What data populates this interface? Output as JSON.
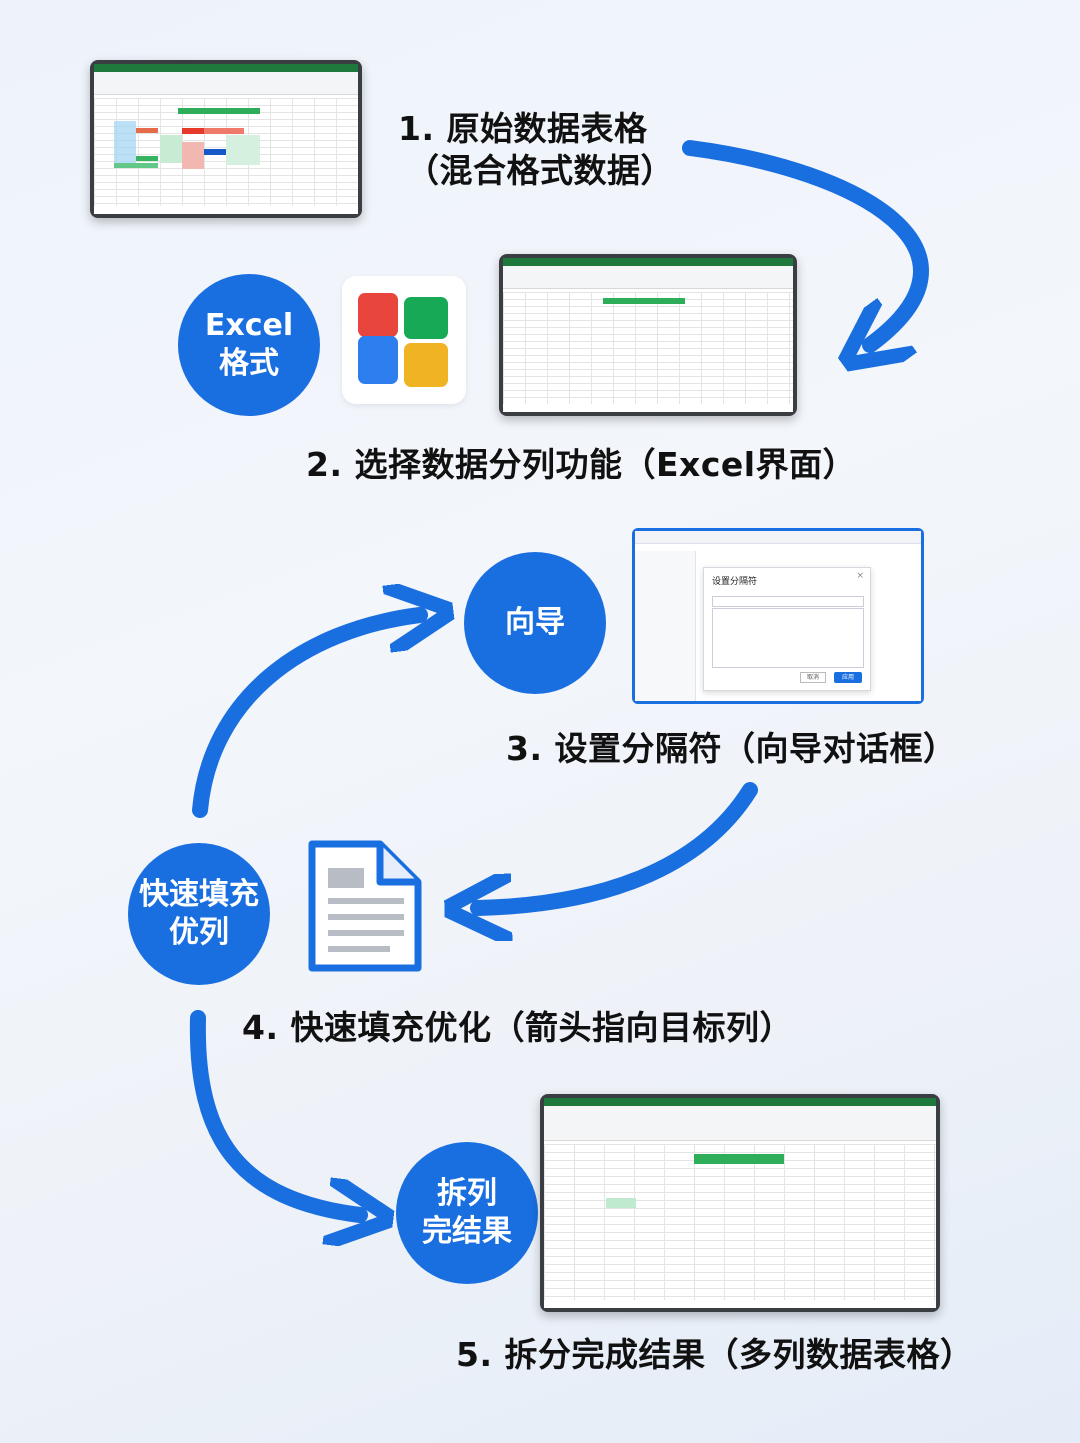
{
  "steps": {
    "s1_line1": "1. 原始数据表格",
    "s1_line2": "（混合格式数据）",
    "s2": "2. 选择数据分列功能（Excel界面）",
    "s3": "3. 设置分隔符（向导对话框）",
    "s4": "4. 快速填充优化（箭头指向目标列）",
    "s5": "5. 拆分完成结果（多列数据表格）"
  },
  "circles": {
    "excel": "Excel\n格式",
    "wizard": "向导",
    "flashfill": "快速填充\n优列",
    "result": "拆列\n完结果"
  },
  "dialog": {
    "title": "设置分隔符",
    "cancel": "取消",
    "apply": "应用"
  },
  "colors": {
    "accent": "#1a6fe0",
    "excel_green": "#1e7a3c",
    "tile_red": "#e8453c",
    "tile_green": "#18a957",
    "tile_blue": "#2d7ff0",
    "tile_yellow": "#f0b323"
  },
  "icons": [
    "app-grid-icon",
    "document-icon",
    "arrow-icon"
  ]
}
